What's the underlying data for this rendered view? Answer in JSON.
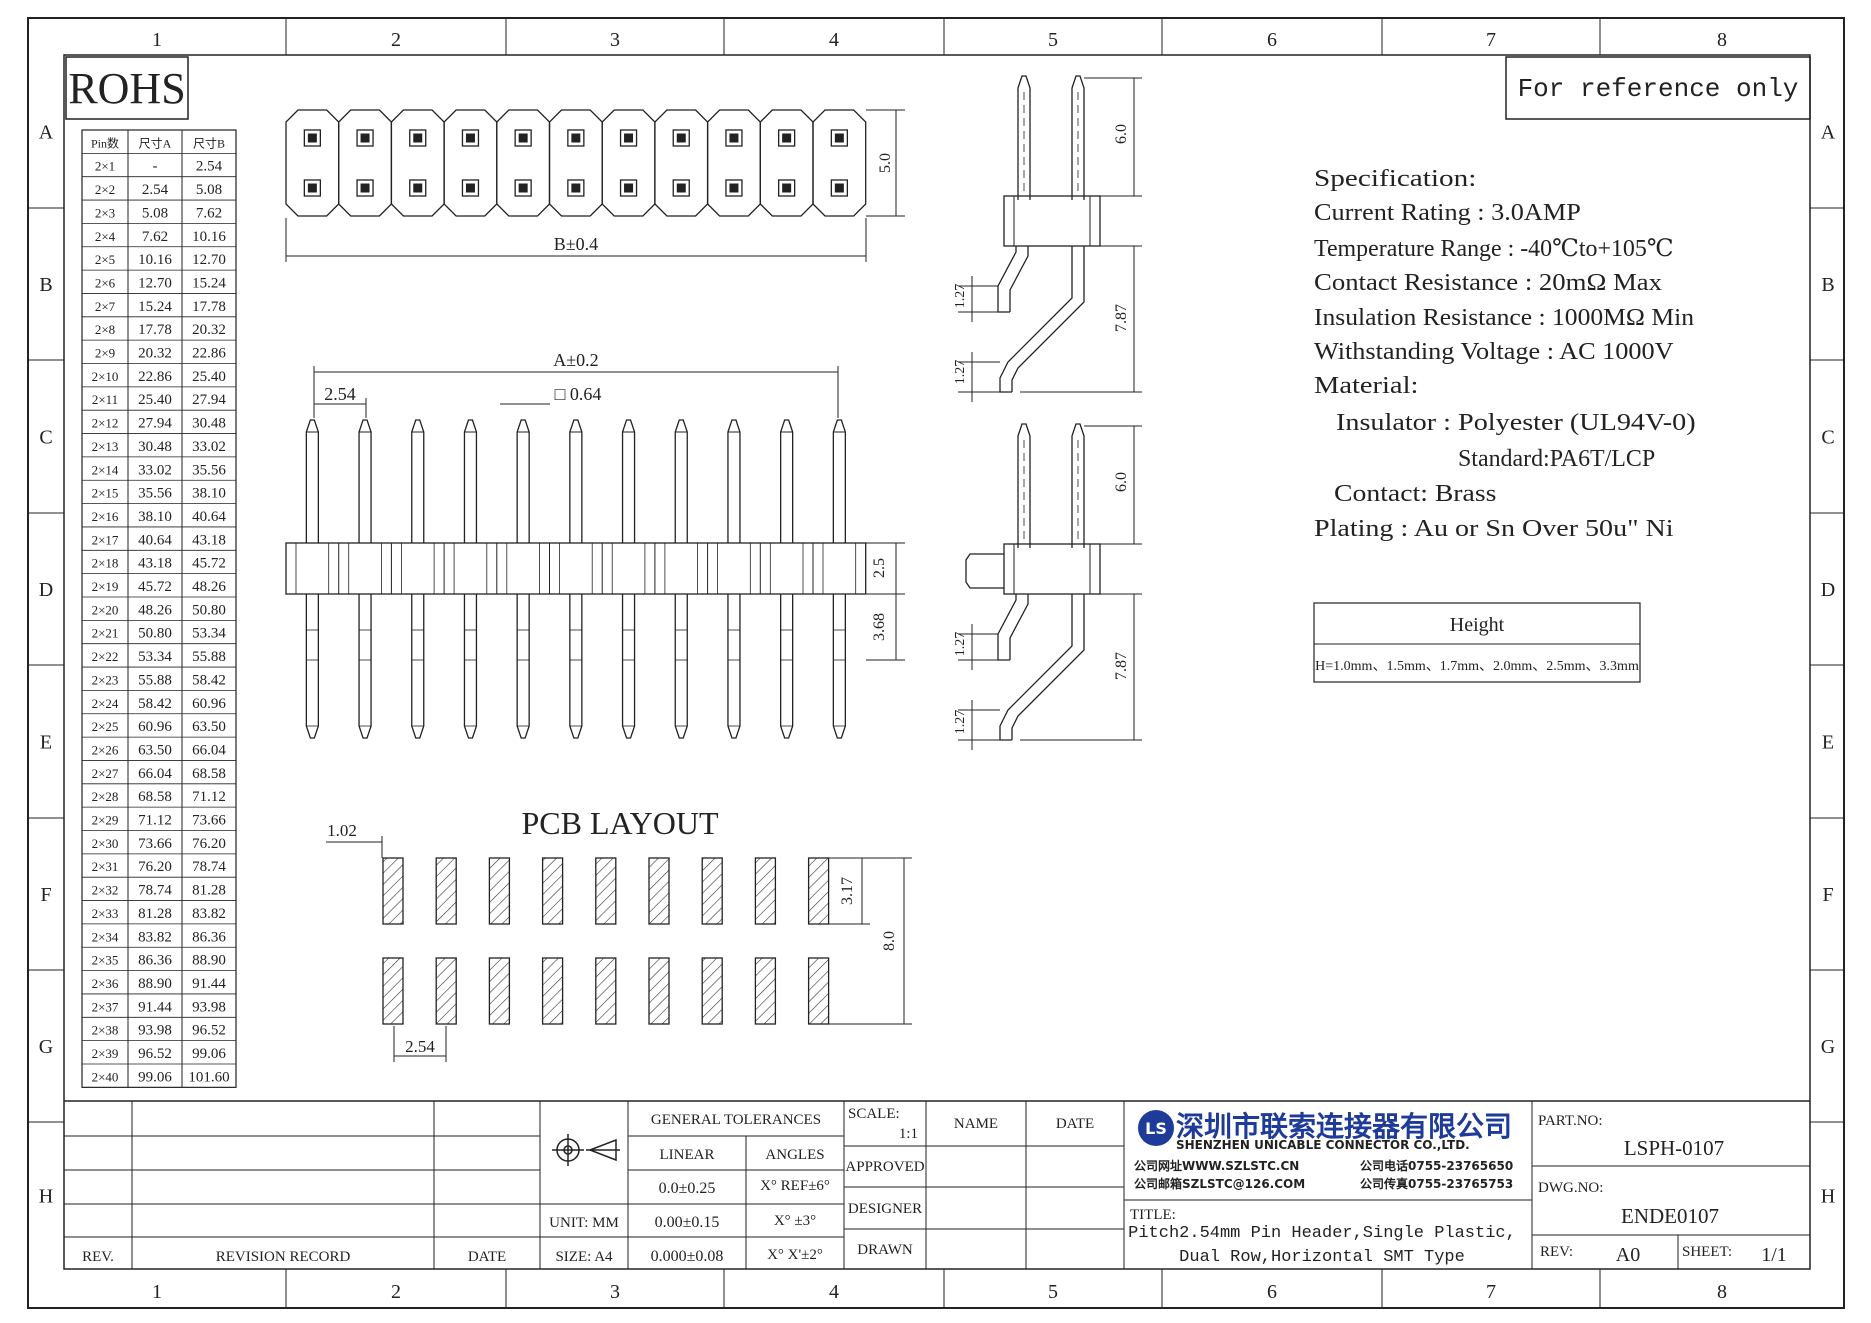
{
  "frame": {
    "cols": [
      "1",
      "2",
      "3",
      "4",
      "5",
      "6",
      "7",
      "8"
    ],
    "rows": [
      "A",
      "B",
      "C",
      "D",
      "E",
      "F",
      "G",
      "H"
    ]
  },
  "rohs": "ROHS",
  "reference": "For reference only",
  "pin_table": {
    "headers": [
      "Pin数",
      "尺寸A",
      "尺寸B"
    ],
    "rows": [
      [
        "2×1",
        "-",
        "2.54"
      ],
      [
        "2×2",
        "2.54",
        "5.08"
      ],
      [
        "2×3",
        "5.08",
        "7.62"
      ],
      [
        "2×4",
        "7.62",
        "10.16"
      ],
      [
        "2×5",
        "10.16",
        "12.70"
      ],
      [
        "2×6",
        "12.70",
        "15.24"
      ],
      [
        "2×7",
        "15.24",
        "17.78"
      ],
      [
        "2×8",
        "17.78",
        "20.32"
      ],
      [
        "2×9",
        "20.32",
        "22.86"
      ],
      [
        "2×10",
        "22.86",
        "25.40"
      ],
      [
        "2×11",
        "25.40",
        "27.94"
      ],
      [
        "2×12",
        "27.94",
        "30.48"
      ],
      [
        "2×13",
        "30.48",
        "33.02"
      ],
      [
        "2×14",
        "33.02",
        "35.56"
      ],
      [
        "2×15",
        "35.56",
        "38.10"
      ],
      [
        "2×16",
        "38.10",
        "40.64"
      ],
      [
        "2×17",
        "40.64",
        "43.18"
      ],
      [
        "2×18",
        "43.18",
        "45.72"
      ],
      [
        "2×19",
        "45.72",
        "48.26"
      ],
      [
        "2×20",
        "48.26",
        "50.80"
      ],
      [
        "2×21",
        "50.80",
        "53.34"
      ],
      [
        "2×22",
        "53.34",
        "55.88"
      ],
      [
        "2×23",
        "55.88",
        "58.42"
      ],
      [
        "2×24",
        "58.42",
        "60.96"
      ],
      [
        "2×25",
        "60.96",
        "63.50"
      ],
      [
        "2×26",
        "63.50",
        "66.04"
      ],
      [
        "2×27",
        "66.04",
        "68.58"
      ],
      [
        "2×28",
        "68.58",
        "71.12"
      ],
      [
        "2×29",
        "71.12",
        "73.66"
      ],
      [
        "2×30",
        "73.66",
        "76.20"
      ],
      [
        "2×31",
        "76.20",
        "78.74"
      ],
      [
        "2×32",
        "78.74",
        "81.28"
      ],
      [
        "2×33",
        "81.28",
        "83.82"
      ],
      [
        "2×34",
        "83.82",
        "86.36"
      ],
      [
        "2×35",
        "86.36",
        "88.90"
      ],
      [
        "2×36",
        "88.90",
        "91.44"
      ],
      [
        "2×37",
        "91.44",
        "93.98"
      ],
      [
        "2×38",
        "93.98",
        "96.52"
      ],
      [
        "2×39",
        "96.52",
        "99.06"
      ],
      [
        "2×40",
        "99.06",
        "101.60"
      ]
    ]
  },
  "dims": {
    "top_height": "5.0",
    "b_len": "B±0.4",
    "a_len": "A±0.2",
    "pitch_top": "2.54",
    "pin_sq": "□ 0.64",
    "body_h": "2.5",
    "tail": "3.68",
    "side_top": "6.0",
    "side_lead": "7.87",
    "side_small": "1.27",
    "pcb_title": "PCB LAYOUT",
    "pcb_w": "1.02",
    "pcb_pad": "3.17",
    "pcb_span": "8.0",
    "pcb_pitch": "2.54"
  },
  "spec": {
    "lines": [
      "Specification:",
      "Current Rating : 3.0AMP",
      "Temperature Range : -40℃to+105℃",
      "Contact Resistance : 20mΩ  Max",
      "Insulation Resistance : 1000MΩ  Min",
      "Withstanding Voltage : AC 1000V",
      "Material:",
      "Insulator : Polyester (UL94V-0)",
      "Standard:PA6T/LCP",
      "Contact: Brass",
      "Plating : Au or Sn Over 50u\" Ni"
    ],
    "height_title": "Height",
    "height_values": "H=1.0mm、1.5mm、1.7mm、2.0mm、2.5mm、3.3mm"
  },
  "title_block": {
    "rev": "REV.",
    "revision_record": "REVISION RECORD",
    "date": "DATE",
    "unit": "UNIT: MM",
    "size": "SIZE: A4",
    "general_tol": "GENERAL TOLERANCES",
    "linear": "LINEAR",
    "angles": "ANGLES",
    "lin1": "0.0±0.25",
    "lin2": "0.00±0.15",
    "lin3": "0.000±0.08",
    "ang1": "X° REF±6°",
    "ang2": "X° ±3°",
    "ang3": "X° X'±2°",
    "scale": "SCALE:",
    "scale_val": "1:1",
    "name": "NAME",
    "date2": "DATE",
    "approved": "APPROVED",
    "designer": "DESIGNER",
    "drawn": "DRAWN",
    "company_cn": "深圳市联索连接器有限公司",
    "company_en": "SHENZHEN UNICABLE CONNECTOR CO.,LTD.",
    "web": "公司网址WWW.SZLSTC.CN",
    "tel": "公司电话0755-23765650",
    "mail": "公司邮箱SZLSTC@126.COM",
    "fax": "公司传真0755-23765753",
    "title_label": "TITLE:",
    "title1": "Pitch2.54mm Pin Header,Single Plastic,",
    "title2": "Dual Row,Horizontal SMT Type",
    "part_no_label": "PART.NO:",
    "part_no": "LSPH-0107",
    "dwg_no_label": "DWG.NO:",
    "dwg_no": "ENDE0107",
    "rev_label": "REV:",
    "rev_val": "A0",
    "sheet_label": "SHEET:",
    "sheet_val": "1/1"
  }
}
